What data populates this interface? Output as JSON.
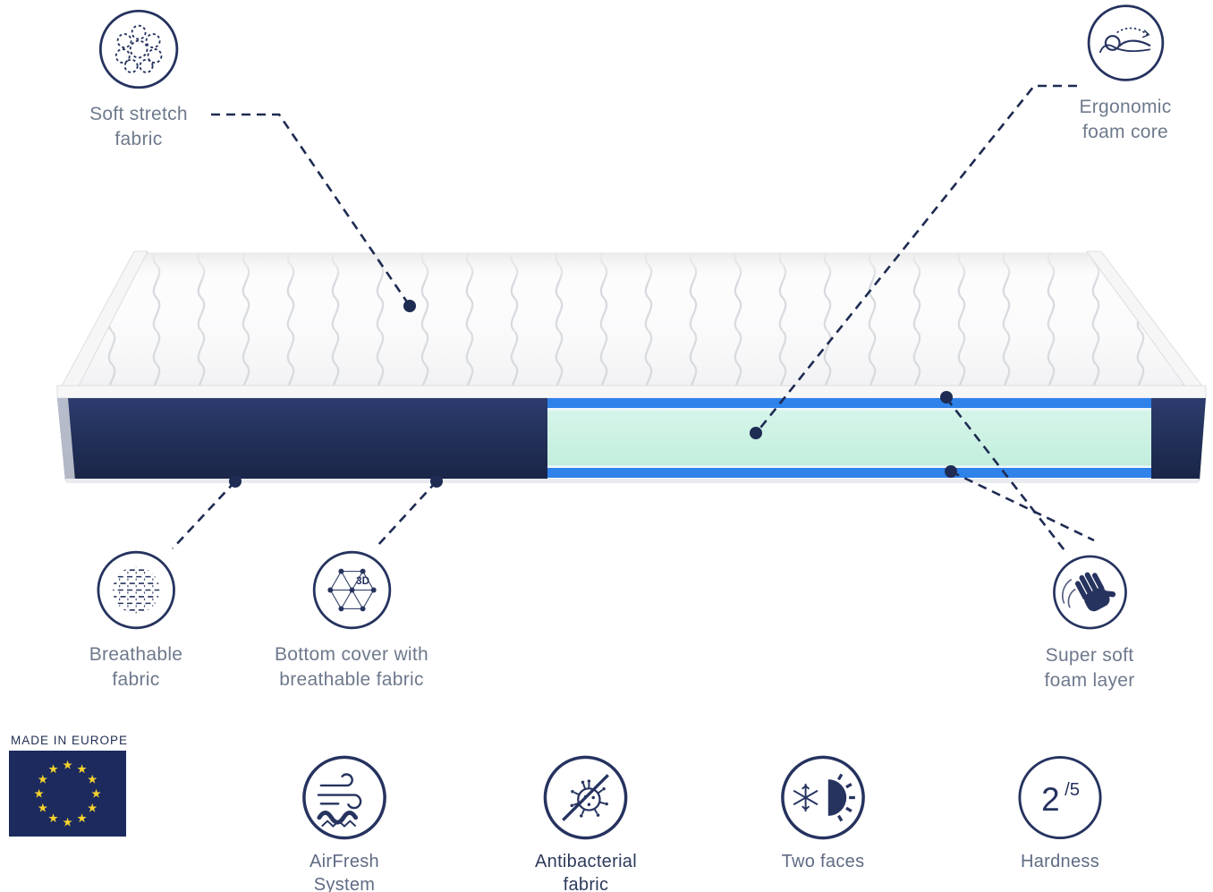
{
  "colors": {
    "navy": "#26335f",
    "navy_dark": "#1a2547",
    "label_gray": "#6e798c",
    "stripe_blue": "#2e82ea",
    "foam_mint": "#cdf2e6",
    "eu_blue": "#1c2a5e",
    "star_yellow": "#f6d32d"
  },
  "callouts": {
    "soft_stretch": {
      "label": "Soft stretch\nfabric"
    },
    "ergonomic": {
      "label": "Ergonomic\nfoam core"
    },
    "breathable": {
      "label": "Breathable\nfabric"
    },
    "bottom_cover": {
      "label": "Bottom cover with\nbreathable fabric"
    },
    "super_soft": {
      "label": "Super soft\nfoam layer"
    }
  },
  "badges": {
    "made_in": "MADE IN EUROPE",
    "airfresh": {
      "label": "AirFresh\nSystem"
    },
    "antibacterial": {
      "label": "Antibacterial\nfabric"
    },
    "two_faces": {
      "label": "Two faces"
    },
    "hardness": {
      "label": "Hardness",
      "score": "2",
      "scale": "/5"
    }
  },
  "icons": {
    "bottom_cover_3d": "3D"
  }
}
